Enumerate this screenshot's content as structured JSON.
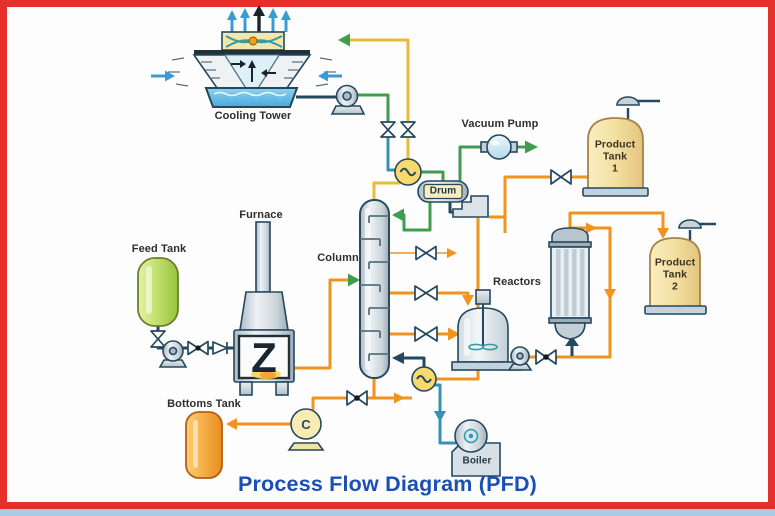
{
  "title": "Process Flow Diagram (PFD)",
  "labels": {
    "cooling_tower": "Cooling Tower",
    "furnace": "Furnace",
    "feed_tank": "Feed Tank",
    "column": "Column",
    "drum": "Drum",
    "vacuum_pump": "Vacuum Pump",
    "reactors": "Reactors",
    "product_tank_1": "Product\nTank\n1",
    "product_tank_2": "Product\nTank\n2",
    "bottoms_tank": "Bottoms Tank",
    "boiler": "Boiler",
    "pump_c_letter": "C",
    "furnace_coil_letter": "Z"
  },
  "colors": {
    "line_green": "#3f9e4d",
    "line_blue": "#3a8fb5",
    "line_yellow": "#e8bc38",
    "line_orange": "#f0941f",
    "line_navy": "#24485e",
    "border_red": "#e5302c",
    "title_blue": "#1b4fb5",
    "bottom_strip": "#a9cbe7"
  }
}
